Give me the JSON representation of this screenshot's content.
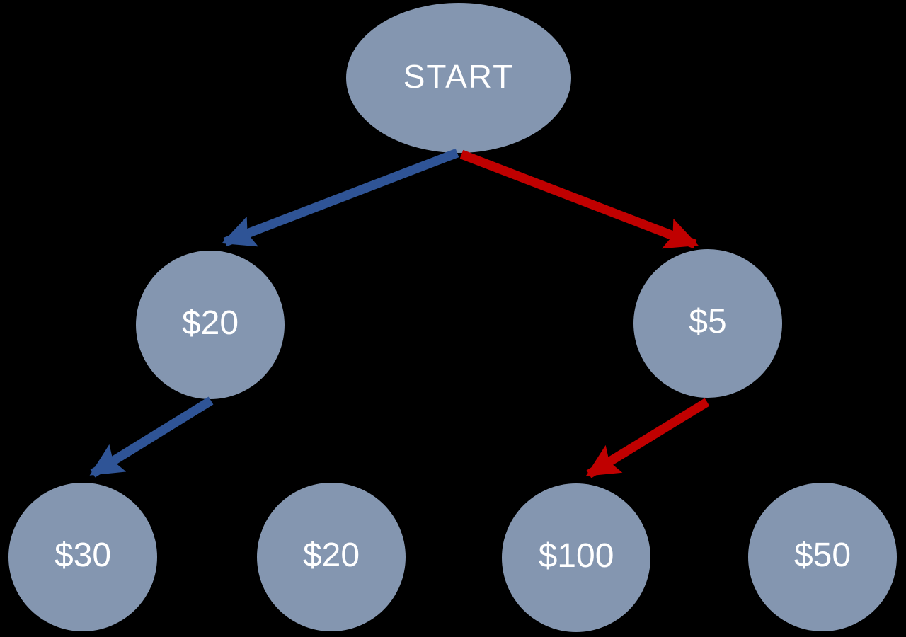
{
  "diagram": {
    "title": "decision-tree",
    "colors": {
      "background": "#000000",
      "node-fill": "#8496B0",
      "node-text": "#FFFFFF",
      "path-left": "#2F5496",
      "path-right": "#C00000"
    },
    "nodes": {
      "start": {
        "label": "START"
      },
      "mid_left": {
        "label": "$20"
      },
      "mid_right": {
        "label": "$5"
      },
      "leaf_1": {
        "label": "$30"
      },
      "leaf_2": {
        "label": "$20"
      },
      "leaf_3": {
        "label": "$100"
      },
      "leaf_4": {
        "label": "$50"
      }
    },
    "edges": [
      {
        "name": "start-to-mid-left",
        "from": "start",
        "to": "mid_left",
        "color": "#2F5496"
      },
      {
        "name": "start-to-mid-right",
        "from": "start",
        "to": "mid_right",
        "color": "#C00000"
      },
      {
        "name": "mid-left-to-leaf-1",
        "from": "mid_left",
        "to": "leaf_1",
        "color": "#2F5496"
      },
      {
        "name": "mid-right-to-leaf-3",
        "from": "mid_right",
        "to": "leaf_3",
        "color": "#C00000"
      }
    ]
  }
}
